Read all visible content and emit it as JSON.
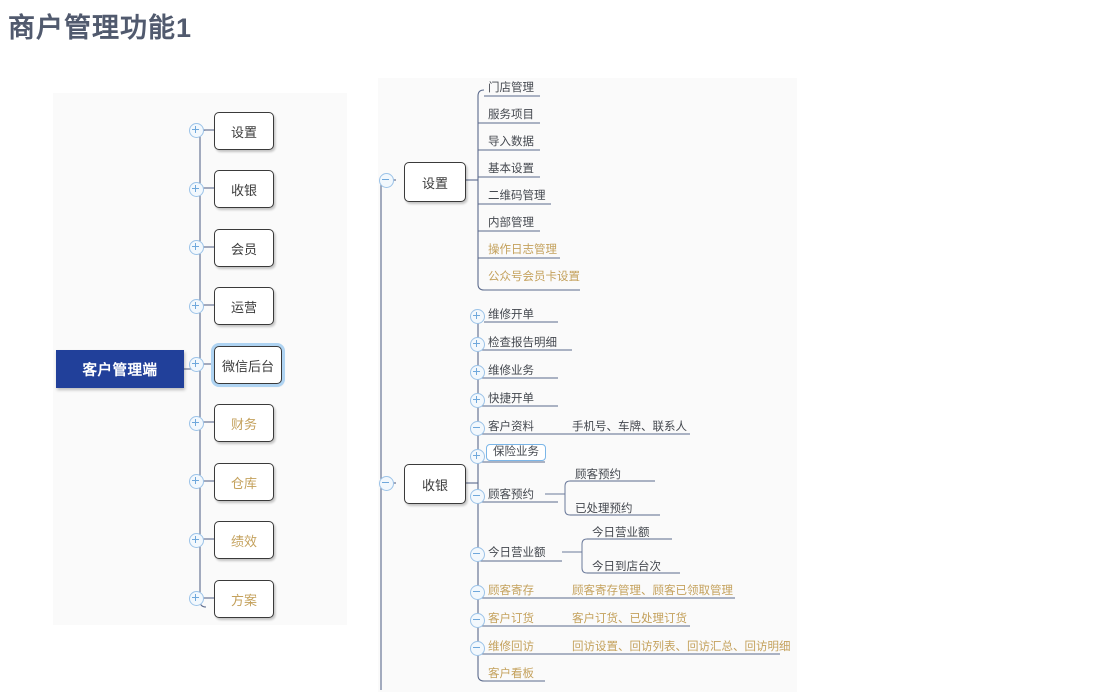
{
  "page": {
    "title": "商户管理功能1"
  },
  "colors": {
    "root_fill": "#21409A",
    "root_text": "#ffffff",
    "node_border": "#3A3A3A",
    "node_text": "#3C3C3C",
    "orange_text": "#C4A15C",
    "wire": "#5B6A8C",
    "selection_ring": "#AED3F2",
    "panel_bg": "#fafafa",
    "title_text": "#515A6E"
  },
  "left_map": {
    "root": {
      "label": "客户管理端"
    },
    "children": [
      {
        "label": "设置",
        "tone": "dark",
        "selected": false,
        "icon": "plus-circle-icon"
      },
      {
        "label": "收银",
        "tone": "dark",
        "selected": false,
        "icon": "plus-circle-icon"
      },
      {
        "label": "会员",
        "tone": "dark",
        "selected": false,
        "icon": "plus-circle-icon"
      },
      {
        "label": "运营",
        "tone": "dark",
        "selected": false,
        "icon": "plus-circle-icon"
      },
      {
        "label": "微信后台",
        "tone": "dark",
        "selected": true,
        "icon": "plus-circle-icon"
      },
      {
        "label": "财务",
        "tone": "orange",
        "selected": false,
        "icon": "plus-circle-icon"
      },
      {
        "label": "仓库",
        "tone": "orange",
        "selected": false,
        "icon": "plus-circle-icon"
      },
      {
        "label": "绩效",
        "tone": "orange",
        "selected": false,
        "icon": "plus-circle-icon"
      },
      {
        "label": "方案",
        "tone": "orange",
        "selected": false,
        "icon": "plus-circle-icon"
      }
    ]
  },
  "right_map": {
    "branches": [
      {
        "label": "设置",
        "icon": "minus-circle-icon",
        "children": [
          {
            "label": "门店管理",
            "tone": "dark",
            "icon": "none"
          },
          {
            "label": "服务项目",
            "tone": "dark",
            "icon": "none"
          },
          {
            "label": "导入数据",
            "tone": "dark",
            "icon": "none"
          },
          {
            "label": "基本设置",
            "tone": "dark",
            "icon": "none"
          },
          {
            "label": "二维码管理",
            "tone": "dark",
            "icon": "none"
          },
          {
            "label": "内部管理",
            "tone": "dark",
            "icon": "none"
          },
          {
            "label": "操作日志管理",
            "tone": "orange",
            "icon": "none"
          },
          {
            "label": "公众号会员卡设置",
            "tone": "orange",
            "icon": "none"
          }
        ]
      },
      {
        "label": "收银",
        "icon": "minus-circle-icon",
        "children": [
          {
            "label": "维修开单",
            "tone": "dark",
            "icon": "plus-circle-icon",
            "detail": ""
          },
          {
            "label": "检查报告明细",
            "tone": "dark",
            "icon": "plus-circle-icon",
            "detail": ""
          },
          {
            "label": "维修业务",
            "tone": "dark",
            "icon": "plus-circle-icon",
            "detail": ""
          },
          {
            "label": "快捷开单",
            "tone": "dark",
            "icon": "plus-circle-icon",
            "detail": ""
          },
          {
            "label": "客户资料",
            "tone": "dark",
            "icon": "minus-circle-icon",
            "detail": "手机号、车牌、联系人"
          },
          {
            "label": "保险业务",
            "tone": "dark",
            "icon": "plus-circle-icon",
            "detail": "",
            "selected": true
          },
          {
            "label": "顾客预约",
            "tone": "dark",
            "icon": "minus-circle-icon",
            "detail": ""
          },
          {
            "label": "今日营业额",
            "tone": "dark",
            "icon": "minus-circle-icon",
            "detail": ""
          },
          {
            "label": "顾客寄存",
            "tone": "orange",
            "icon": "minus-circle-icon",
            "detail": "顾客寄存管理、顾客已领取管理"
          },
          {
            "label": "客户订货",
            "tone": "orange",
            "icon": "minus-circle-icon",
            "detail": "客户订货、已处理订货"
          },
          {
            "label": "维修回访",
            "tone": "orange",
            "icon": "minus-circle-icon",
            "detail": "回访设置、回访列表、回访汇总、回访明细"
          },
          {
            "label": "客户看板",
            "tone": "orange",
            "icon": "none",
            "detail": ""
          }
        ]
      }
    ],
    "grandchildren": {
      "yuyue": [
        {
          "label": "顾客预约"
        },
        {
          "label": "已处理预约"
        }
      ],
      "yingye": [
        {
          "label": "今日营业额"
        },
        {
          "label": "今日到店台次"
        }
      ]
    }
  }
}
